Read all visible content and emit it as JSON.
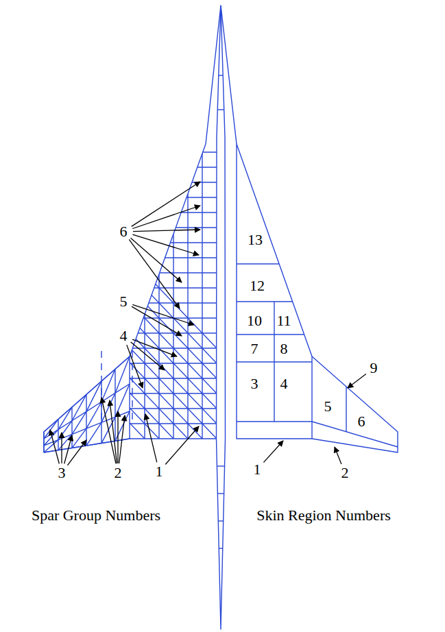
{
  "diagram": {
    "labels": [
      "6",
      "5",
      "4",
      "1",
      "2",
      "3",
      "Spar Group Numbers",
      "13",
      "12",
      "10",
      "11",
      "7",
      "8",
      "3",
      "4",
      "5",
      "6",
      "9",
      "1",
      "2",
      "Skin Region Numbers"
    ]
  }
}
